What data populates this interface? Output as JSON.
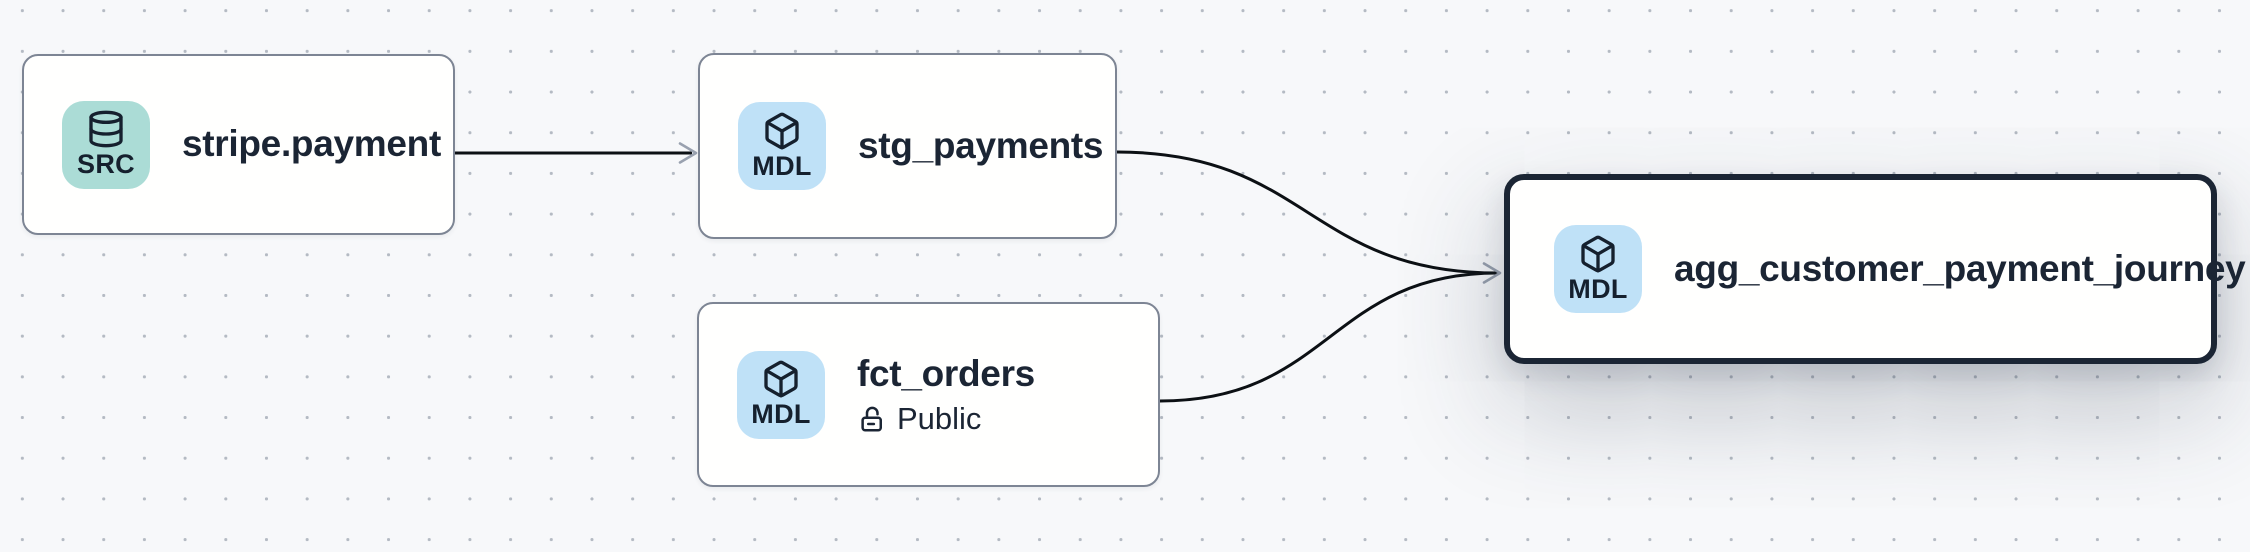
{
  "app": {
    "view": "lineage-graph-canvas"
  },
  "canvas": {
    "background_color": "#f7f8fa",
    "dot_grid_color": "#b4bac3"
  },
  "colors": {
    "node_background": "#ffffff",
    "node_border": "#7d8594",
    "selected_node_border": "#1b2534",
    "edge": "#0c1014",
    "arrowhead": "#99a1af",
    "source_badge_background": "#abdcd6",
    "model_badge_background": "#bfe1f7",
    "text": "#1b2534"
  },
  "nodes": [
    {
      "title": "stripe.payment",
      "badge_label": "SRC",
      "type": "source",
      "icon": "database-icon",
      "selected": false
    },
    {
      "title": "stg_payments",
      "badge_label": "MDL",
      "type": "model",
      "icon": "cube-icon",
      "selected": false
    },
    {
      "title": "fct_orders",
      "badge_label": "MDL",
      "type": "model",
      "icon": "cube-icon",
      "access_label": "Public",
      "access_icon": "unlock-icon",
      "selected": false
    },
    {
      "title": "agg_customer_payment_journey",
      "badge_label": "MDL",
      "type": "model",
      "icon": "cube-icon",
      "selected": true
    }
  ],
  "edges": [
    {
      "from": "stripe.payment",
      "to": "stg_payments",
      "shape": "straight"
    },
    {
      "from": "stg_payments",
      "to": "agg_customer_payment_journey",
      "shape": "bezier"
    },
    {
      "from": "fct_orders",
      "to": "agg_customer_payment_journey",
      "shape": "bezier"
    }
  ]
}
